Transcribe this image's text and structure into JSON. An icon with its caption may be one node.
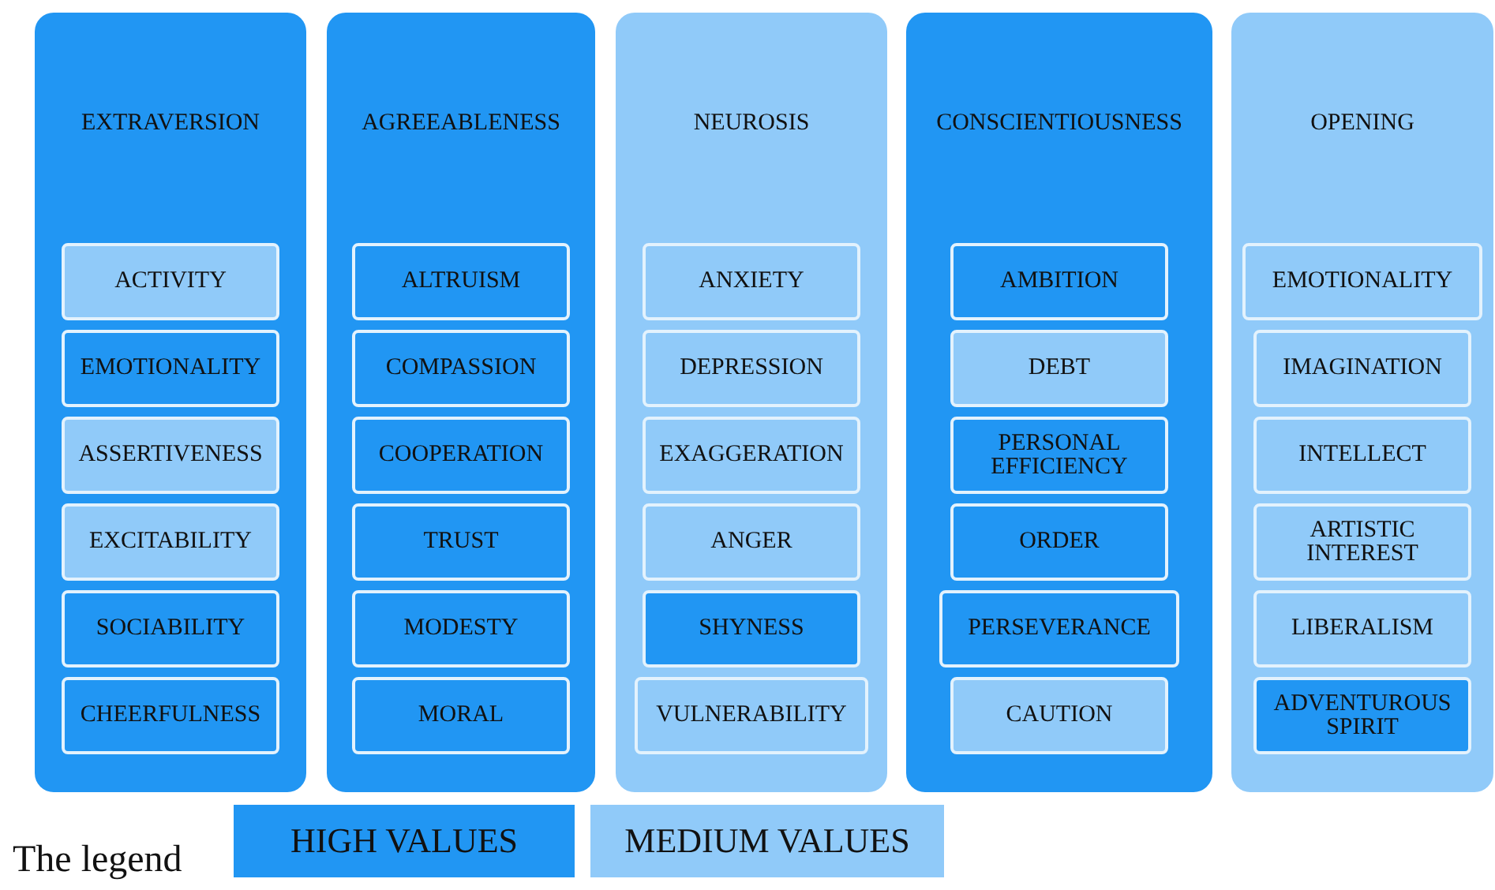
{
  "diagram": {
    "nodes": [
      {
        "text": [
          "EXTRAVERSION"
        ]
      },
      {
        "text": [
          "ACTIVITY"
        ],
        "in": 0
      },
      {
        "text": [
          "EMOTIONALITY"
        ],
        "in": 0
      },
      {
        "text": [
          "ASSERTIVENESS"
        ],
        "in": 0
      },
      {
        "text": [
          "EXCITABILITY"
        ],
        "in": 0
      },
      {
        "text": [
          "SOCIABILITY"
        ],
        "in": 0
      },
      {
        "text": [
          "CHEERFULNESS"
        ],
        "in": 0
      },
      {
        "text": [
          "AGREEABLENESS"
        ]
      },
      {
        "text": [
          "ALTRUISM"
        ],
        "in": 7
      },
      {
        "text": [
          "COMPASSION"
        ],
        "in": 7
      },
      {
        "text": [
          "COOPERATION"
        ],
        "in": 7
      },
      {
        "text": [
          "TRUST"
        ],
        "in": 7
      },
      {
        "text": [
          "MODESTY"
        ],
        "in": 7
      },
      {
        "text": [
          "MORAL"
        ],
        "in": 7
      },
      {
        "text": [
          "NEUROSIS"
        ]
      },
      {
        "text": [
          "ANXIETY"
        ],
        "in": 14
      },
      {
        "text": [
          "DEPRESSION"
        ],
        "in": 14
      },
      {
        "text": [
          "EXAGGERATION"
        ],
        "in": 14
      },
      {
        "text": [
          "ANGER"
        ],
        "in": 14
      },
      {
        "text": [
          "SHYNESS"
        ],
        "in": 14
      },
      {
        "text": [
          "VULNERABILITY"
        ],
        "in": 14
      },
      {
        "text": [
          "CONSCIENTIOUSNESS"
        ]
      },
      {
        "text": [
          "AMBITION"
        ],
        "in": 21
      },
      {
        "text": [
          "DEBT"
        ],
        "in": 21
      },
      {
        "text": [
          "PERSONAL EFFICIENCY"
        ],
        "in": 21
      },
      {
        "text": [
          "ORDER"
        ],
        "in": 21
      },
      {
        "text": [
          "PERSEVERANCE"
        ],
        "in": 21
      },
      {
        "text": [
          "CAUTION"
        ],
        "in": 21
      },
      {
        "text": [
          "OPENING"
        ]
      },
      {
        "text": [
          "EMOTIONALITY"
        ],
        "in": 28
      },
      {
        "text": [
          "IMAGINATION"
        ],
        "in": 28
      },
      {
        "text": [
          "INTELLECT"
        ],
        "in": 28
      },
      {
        "text": [
          "ARTISTIC INTEREST"
        ],
        "in": 28
      },
      {
        "text": [
          "LIBERALISM"
        ],
        "in": 28
      },
      {
        "text": [
          "ADVENTUROUS SPIRIT"
        ],
        "in": 28
      }
    ],
    "labels": [
      "The legend"
    ],
    "legend": [
      {
        "text": "HIGH VALUES",
        "color": "#2196f3"
      },
      {
        "text": "MEDIUM VALUES",
        "color": "#90caf9"
      }
    ]
  }
}
